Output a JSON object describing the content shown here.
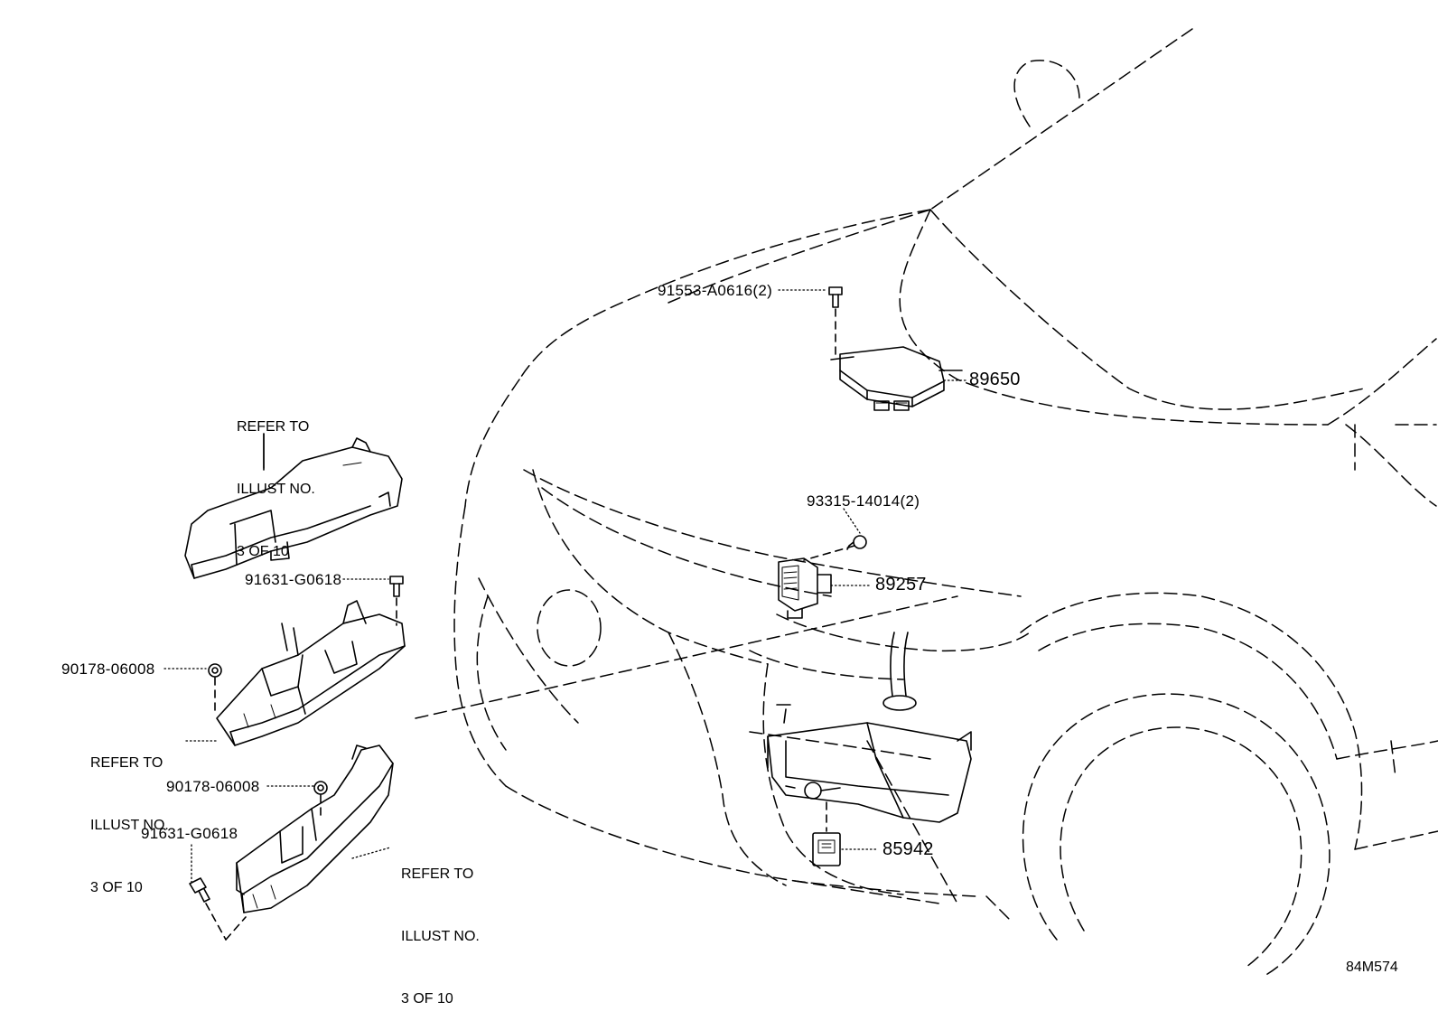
{
  "diagram_id": "84M574",
  "refer_note": {
    "line1": "REFER TO",
    "line2": "ILLUST NO.",
    "line3": "3 OF 10"
  },
  "callouts": {
    "bolt_91553": "91553-A0616(2)",
    "ecu_89650": "89650",
    "screw_93315": "93315-14014(2)",
    "sensor_89257": "89257",
    "buzzer_85942": "85942",
    "bolt_91631_upper": "91631-G0618",
    "nut_90178_upper": "90178-06008",
    "nut_90178_lower": "90178-06008",
    "bolt_91631_lower": "91631-G0618"
  }
}
